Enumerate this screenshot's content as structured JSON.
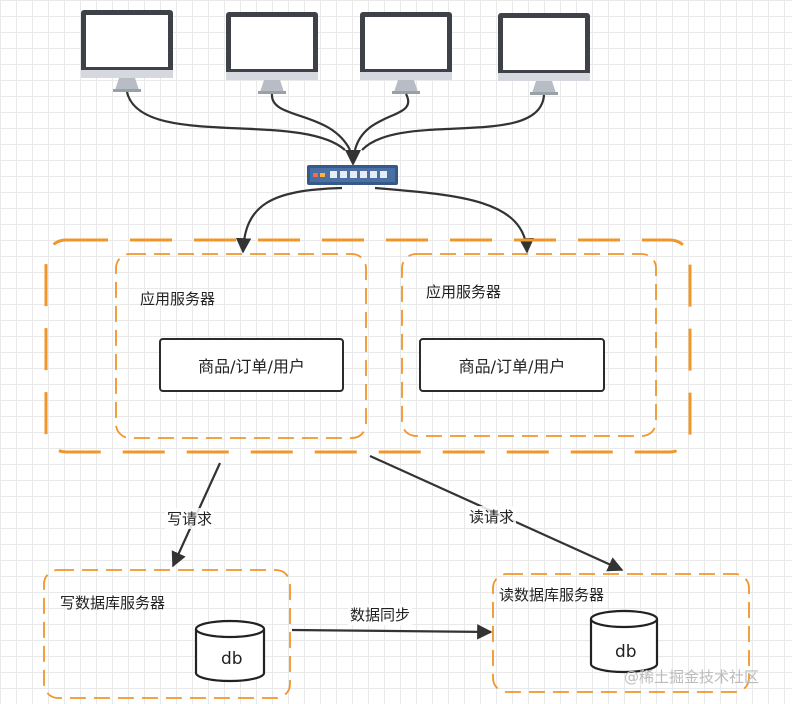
{
  "clients": [
    {
      "name": "monitor-1"
    },
    {
      "name": "monitor-2"
    },
    {
      "name": "monitor-3"
    },
    {
      "name": "monitor-4"
    }
  ],
  "app_servers": [
    {
      "title": "应用服务器",
      "module": "商品/订单/用户"
    },
    {
      "title": "应用服务器",
      "module": "商品/订单/用户"
    }
  ],
  "write_db": {
    "title": "写数据库服务器",
    "db": "db"
  },
  "read_db": {
    "title": "读数据库服务器",
    "db": "db"
  },
  "edges": {
    "write_request": "写请求",
    "read_request": "读请求",
    "data_sync": "数据同步"
  },
  "watermark": "@稀土掘金技术社区",
  "colors": {
    "dashed_border": "#f0962a",
    "line": "#333333",
    "grid": "#e9e9e9",
    "switch_body": "#36598a",
    "monitor_frame": "#3e4147",
    "monitor_stand": "#b8bcc4"
  }
}
